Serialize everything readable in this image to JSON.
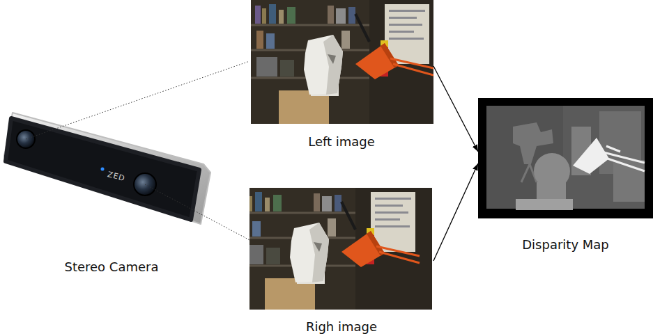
{
  "diagram": {
    "nodes": [
      {
        "text": [
          "Stereo Camera"
        ]
      },
      {
        "text": [
          "Left image"
        ]
      },
      {
        "text": [
          "Righ image"
        ]
      },
      {
        "text": [
          "Disparity Map"
        ]
      }
    ],
    "edges": [
      {
        "from": 0,
        "to": 1,
        "arrow": "none"
      },
      {
        "from": 0,
        "to": 2,
        "arrow": "none"
      },
      {
        "from": 1,
        "to": 3,
        "arrow": "to"
      },
      {
        "from": 2,
        "to": 3,
        "arrow": "to"
      }
    ],
    "labels": [
      "ZED"
    ]
  }
}
